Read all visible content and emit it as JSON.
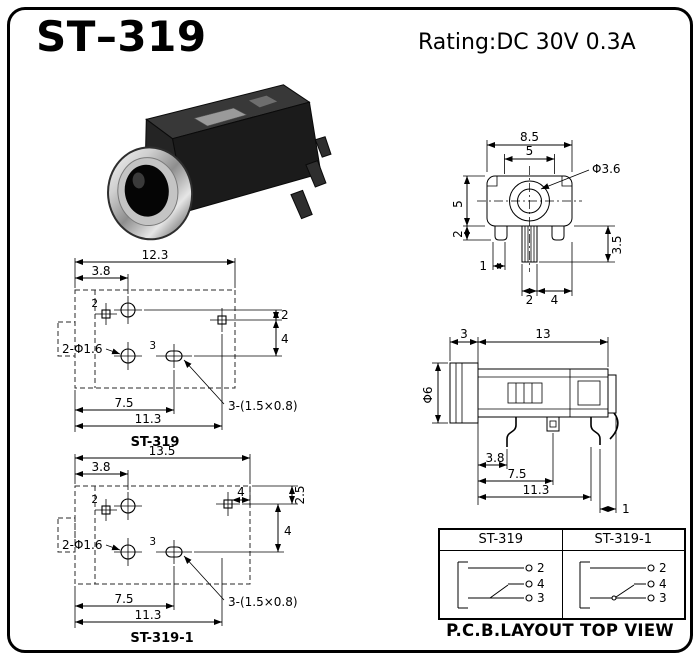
{
  "header": {
    "title": "ST–319",
    "rating": "Rating:DC 30V 0.3A"
  },
  "front_view": {
    "dim_top_width": "8.5",
    "dim_inner_width": "5",
    "dim_hole": "Φ3.6",
    "dim_body_height": "5",
    "dim_left_lower": "2",
    "dim_right_depth": "3.5",
    "dim_bottom_left": "1",
    "dim_bottom_mid": "2",
    "dim_bottom_right": "4"
  },
  "pcb_layout_1": {
    "caption": "ST-319",
    "dim_total_width": "12.3",
    "dim_offset": "3.8",
    "pin2_label": "2",
    "pin3_label": "3",
    "dim_right_top": "2",
    "dim_right_side": "4",
    "holes_label": "2-Φ1.6",
    "dim_bottom_1": "7.5",
    "dim_bottom_2": "11.3",
    "slots_label": "3-(1.5×0.8)"
  },
  "side_view": {
    "dim_barrel_len": "3",
    "dim_body_len": "13",
    "dim_barrel_dia": "Φ6",
    "dim_pin_1": "3.8",
    "dim_pin_2": "7.5",
    "dim_pin_3": "11.3",
    "dim_right_gap": "1"
  },
  "pcb_layout_2": {
    "caption": "ST-319-1",
    "dim_total_width": "13.5",
    "dim_offset": "3.8",
    "pin2_label": "2",
    "pin3_label": "3",
    "dim_pad_right": "4",
    "dim_pad_top": "2.5",
    "dim_right_side": "4",
    "holes_label": "2-Φ1.6",
    "dim_bottom_1": "7.5",
    "dim_bottom_2": "11.3",
    "slots_label": "3-(1.5×0.8)"
  },
  "schematic_table": {
    "col1_header": "ST-319",
    "col2_header": "ST-319-1",
    "pins": [
      "2",
      "4",
      "3"
    ],
    "caption": "P.C.B.LAYOUT TOP VIEW"
  }
}
